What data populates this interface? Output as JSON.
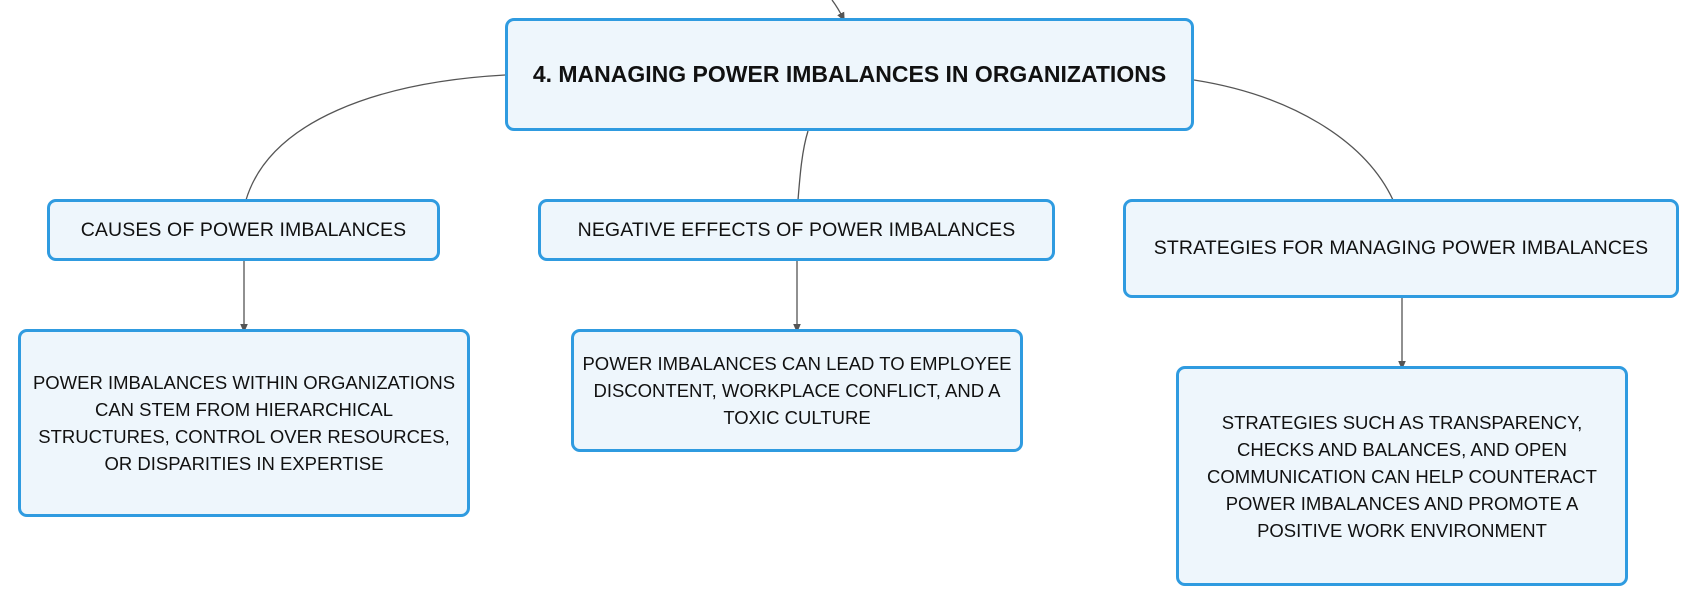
{
  "mindmap": {
    "root": {
      "label": "4. MANAGING POWER IMBALANCES IN ORGANIZATIONS"
    },
    "branches": [
      {
        "label": "CAUSES OF POWER IMBALANCES",
        "detail": "POWER IMBALANCES WITHIN ORGANIZATIONS CAN STEM FROM HIERARCHICAL STRUCTURES, CONTROL OVER RESOURCES, OR DISPARITIES IN EXPERTISE"
      },
      {
        "label": "NEGATIVE EFFECTS OF POWER IMBALANCES",
        "detail": "POWER IMBALANCES CAN LEAD TO EMPLOYEE DISCONTENT, WORKPLACE CONFLICT, AND A TOXIC CULTURE"
      },
      {
        "label": "STRATEGIES FOR MANAGING POWER IMBALANCES",
        "detail": "STRATEGIES SUCH AS TRANSPARENCY, CHECKS AND BALANCES, AND OPEN COMMUNICATION CAN HELP COUNTERACT POWER IMBALANCES AND PROMOTE A POSITIVE WORK ENVIRONMENT"
      }
    ]
  },
  "colors": {
    "node_fill": "#eef6fc",
    "node_border": "#2f9be0",
    "connector": "#555555",
    "text": "#111111"
  }
}
